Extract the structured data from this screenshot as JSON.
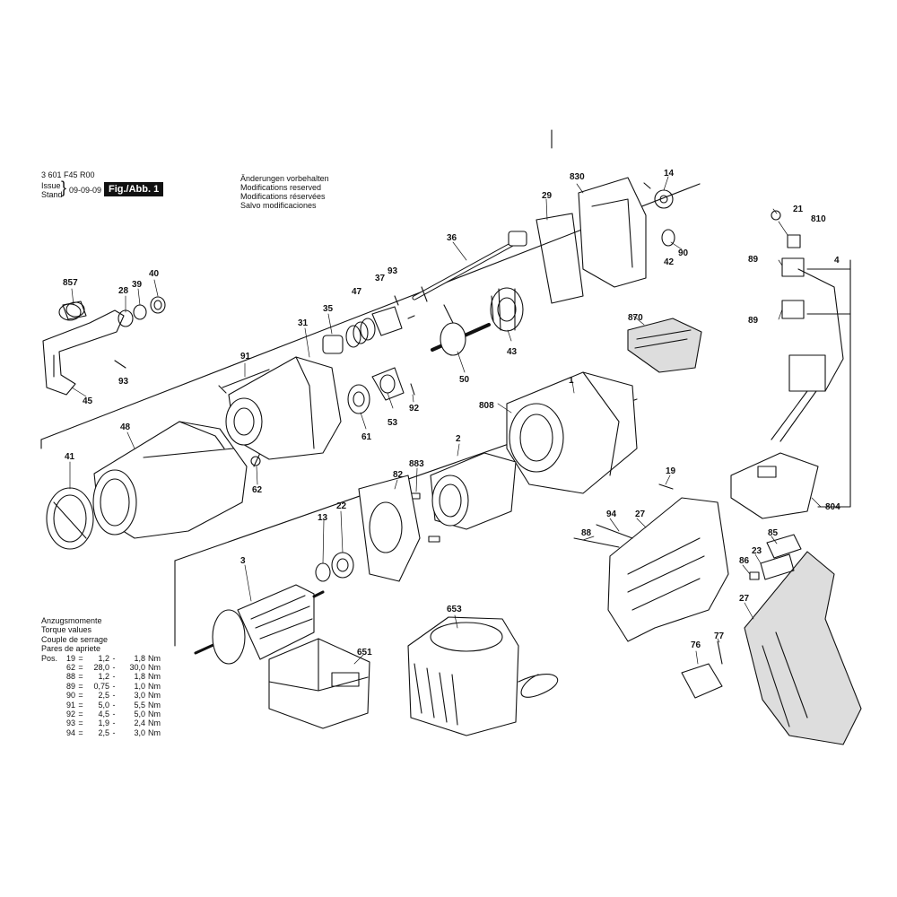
{
  "header": {
    "doc_number": "3 601 F45 R00",
    "issue_label": "Issue",
    "stand_label": "Stand",
    "issue_date": "09-09-09",
    "figure_label": "Fig./Abb. 1"
  },
  "notes": [
    "Änderungen vorbehalten",
    "Modifications reserved",
    "Modifications réservées",
    "Salvo modificaciones"
  ],
  "torque": {
    "headings": [
      "Anzugsmomente",
      "Torque values",
      "Couple de serrage",
      "Pares de apriete"
    ],
    "pos_label": "Pos.",
    "rows": [
      {
        "pos": "19",
        "min": "1,2",
        "max": "1,8",
        "unit": "Nm"
      },
      {
        "pos": "62",
        "min": "28,0",
        "max": "30,0",
        "unit": "Nm"
      },
      {
        "pos": "88",
        "min": "1,2",
        "max": "1,8",
        "unit": "Nm"
      },
      {
        "pos": "89",
        "min": "0,75",
        "max": "1,0",
        "unit": "Nm"
      },
      {
        "pos": "90",
        "min": "2,5",
        "max": "3,0",
        "unit": "Nm"
      },
      {
        "pos": "91",
        "min": "5,0",
        "max": "5,5",
        "unit": "Nm"
      },
      {
        "pos": "92",
        "min": "4,5",
        "max": "5,0",
        "unit": "Nm"
      },
      {
        "pos": "93",
        "min": "1,9",
        "max": "2,4",
        "unit": "Nm"
      },
      {
        "pos": "94",
        "min": "2,5",
        "max": "3,0",
        "unit": "Nm"
      }
    ]
  },
  "callouts": [
    "830",
    "14",
    "29",
    "36",
    "21",
    "810",
    "4",
    "89",
    "89",
    "90",
    "42",
    "93",
    "37",
    "47",
    "857",
    "28",
    "39",
    "40",
    "35",
    "31",
    "870",
    "43",
    "50",
    "1",
    "91",
    "53",
    "92",
    "808",
    "93",
    "45",
    "61",
    "48",
    "2",
    "883",
    "82",
    "41",
    "62",
    "19",
    "13",
    "22",
    "94",
    "27",
    "88",
    "85",
    "23",
    "86",
    "27",
    "3",
    "653",
    "651",
    "76",
    "77",
    "804"
  ],
  "colors": {
    "ink": "#111111",
    "paper": "#ffffff",
    "shade": "#cccccc"
  }
}
